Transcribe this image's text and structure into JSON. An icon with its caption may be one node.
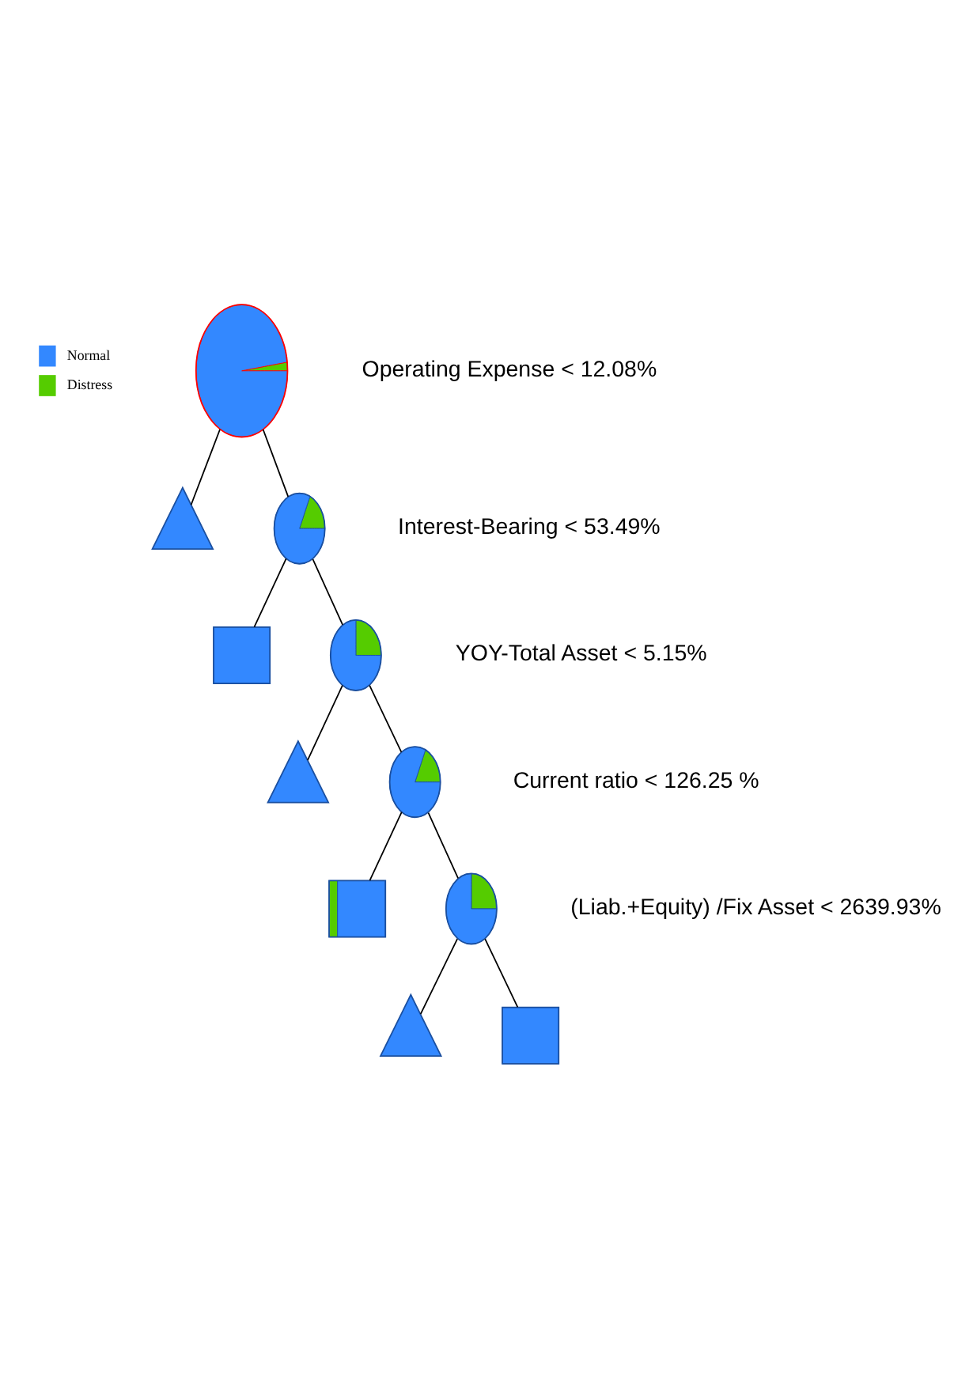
{
  "diagram": {
    "nodes": [
      {
        "text": [],
        "shape": "circle",
        "beside": [
          "Operating Expense < 12.08%"
        ]
      },
      {
        "text": [],
        "shape": "triangle"
      },
      {
        "text": [],
        "shape": "circle",
        "beside": [
          "Interest-Bearing < 53.49%"
        ]
      },
      {
        "text": [],
        "shape": "box"
      },
      {
        "text": [],
        "shape": "circle",
        "beside": [
          "YOY-Total Asset < 5.15%"
        ]
      },
      {
        "text": [],
        "shape": "triangle"
      },
      {
        "text": [],
        "shape": "circle",
        "beside": [
          "Current ratio < 126.25 %"
        ]
      },
      {
        "text": [],
        "shape": "box"
      },
      {
        "text": [],
        "shape": "circle",
        "beside": [
          "(Liab.+Equity) /Fix Asset < 2639.93%"
        ]
      },
      {
        "text": [],
        "shape": "triangle"
      },
      {
        "text": [],
        "shape": "box"
      }
    ],
    "edges": [
      {
        "from": 0,
        "to": 1,
        "arrow": "none"
      },
      {
        "from": 0,
        "to": 2,
        "arrow": "none"
      },
      {
        "from": 2,
        "to": 3,
        "arrow": "none"
      },
      {
        "from": 2,
        "to": 4,
        "arrow": "none"
      },
      {
        "from": 4,
        "to": 5,
        "arrow": "none"
      },
      {
        "from": 4,
        "to": 6,
        "arrow": "none"
      },
      {
        "from": 6,
        "to": 7,
        "arrow": "none"
      },
      {
        "from": 6,
        "to": 8,
        "arrow": "none"
      },
      {
        "from": 8,
        "to": 9,
        "arrow": "none"
      },
      {
        "from": 8,
        "to": 10,
        "arrow": "none"
      }
    ],
    "legend": [
      {
        "text": "Normal",
        "color": "#3388ff"
      },
      {
        "text": "Distress",
        "color": "#55cc00"
      }
    ]
  }
}
